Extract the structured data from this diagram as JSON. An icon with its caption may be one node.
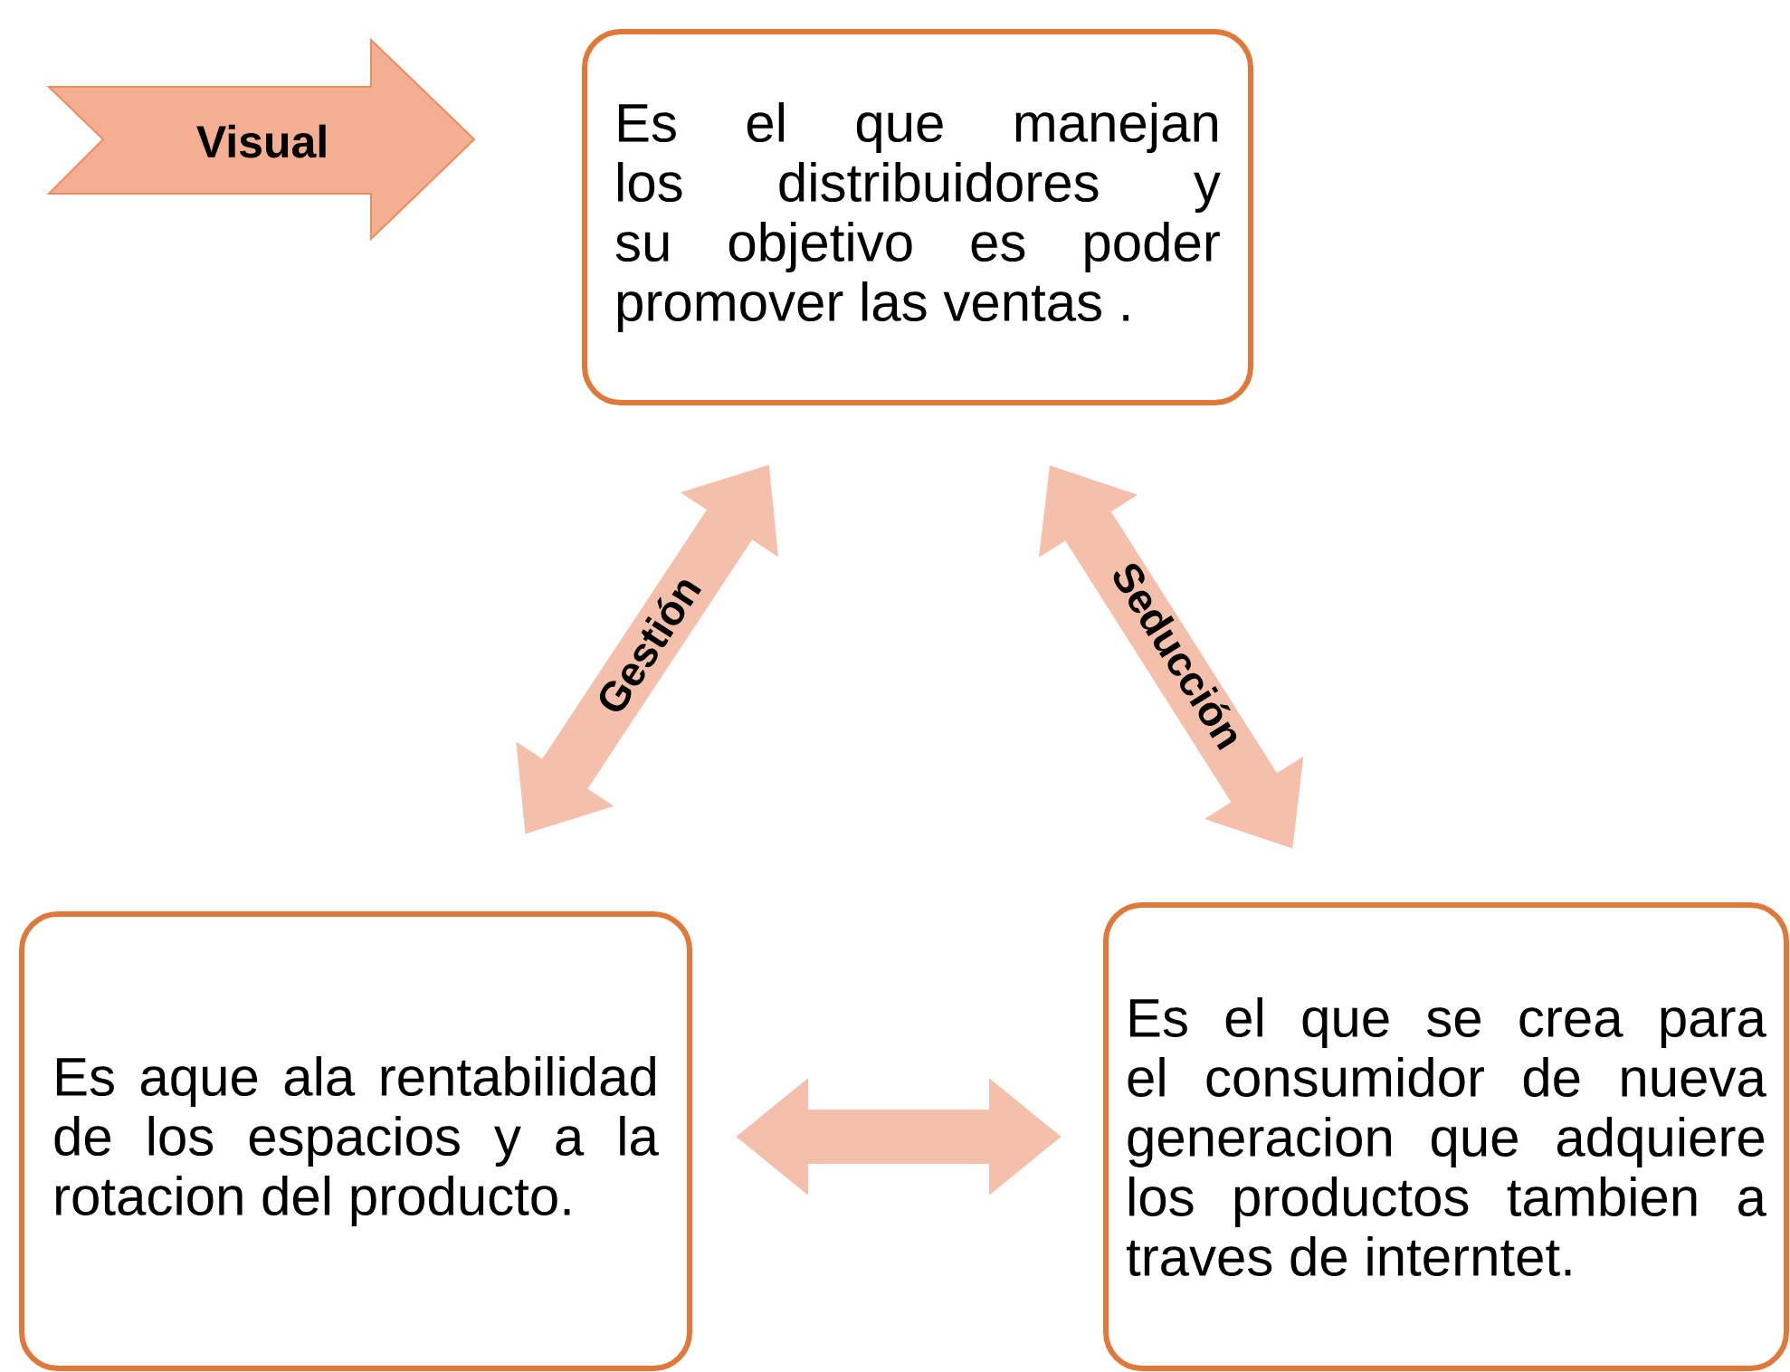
{
  "diagram": {
    "nodes": [
      {
        "text": [
          "Visual"
        ]
      },
      {
        "text": [
          "Es el que manejan los distribuidores y su objetivo es poder promover las ventas ."
        ]
      },
      {
        "text": [
          "Es aque ala rentabilidad de los espacios y a la rotacion del producto."
        ]
      },
      {
        "text": [
          "Es el que se crea para el consumidor de nueva generacion que adquiere los productos tambien a traves de interntet."
        ]
      }
    ],
    "edges": [
      {
        "from": 1,
        "to": 2,
        "arrow": "both",
        "label": "Gestión"
      },
      {
        "from": 1,
        "to": 3,
        "arrow": "both",
        "label": "Seducción"
      },
      {
        "from": 2,
        "to": 3,
        "arrow": "both"
      }
    ]
  }
}
